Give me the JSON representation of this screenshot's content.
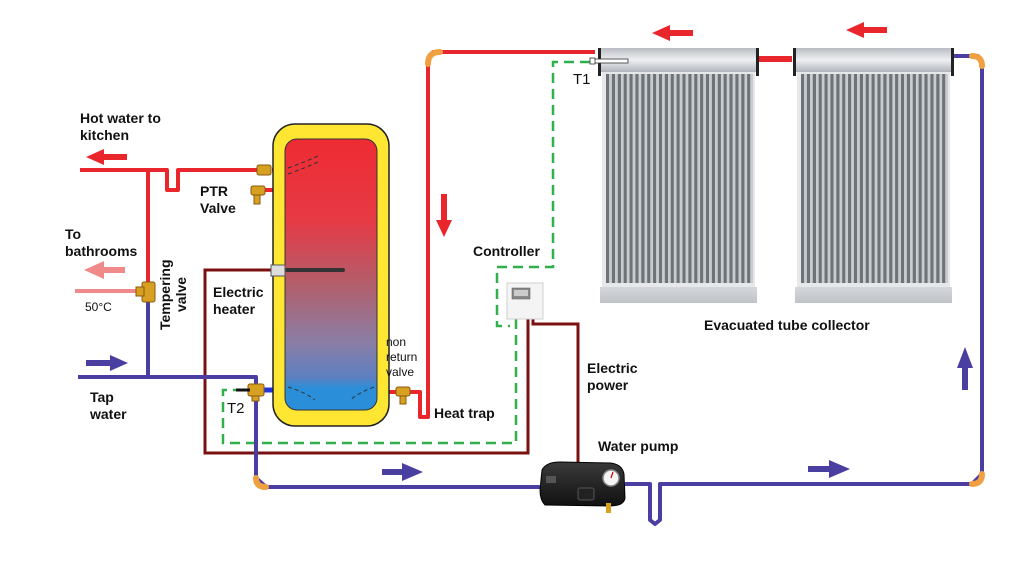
{
  "title": "Solar hot water system with evacuated tube collector",
  "colors": {
    "hot_pipe": "#e8262b",
    "cold_pipe": "#4a3ea0",
    "warm_outlet": "#f08a8a",
    "elbow": "#f0a040",
    "electric_wire": "#7a1010",
    "sensor_wire": "#2fb04a",
    "tank_jacket": "#ffe633",
    "tank_top": "#ee2b33",
    "tank_bottom": "#2a8fd8",
    "brass": "#d8a020"
  },
  "labels": {
    "hot_water_kitchen_line1": "Hot water to",
    "hot_water_kitchen_line2": "kitchen",
    "to_bathrooms_line1": "To",
    "to_bathrooms_line2": "bathrooms",
    "temperature": "50°C",
    "tempering_valve_line1": "Tempering",
    "tempering_valve_line2": "valve",
    "ptr_valve_line1": "PTR",
    "ptr_valve_line2": "Valve",
    "electric_heater_line1": "Electric",
    "electric_heater_line2": "heater",
    "tap_water_line1": "Tap",
    "tap_water_line2": "water",
    "sensor_t2": "T2",
    "sensor_t1": "T1",
    "non_return_line1": "non",
    "non_return_line2": "return",
    "non_return_line3": "valve",
    "heat_trap": "Heat trap",
    "controller": "Controller",
    "electric_power_line1": "Electric",
    "electric_power_line2": "power",
    "water_pump": "Water pump",
    "collector": "Evacuated tube collector"
  },
  "collector": {
    "panel_count": 2,
    "tubes_per_panel": 25
  }
}
